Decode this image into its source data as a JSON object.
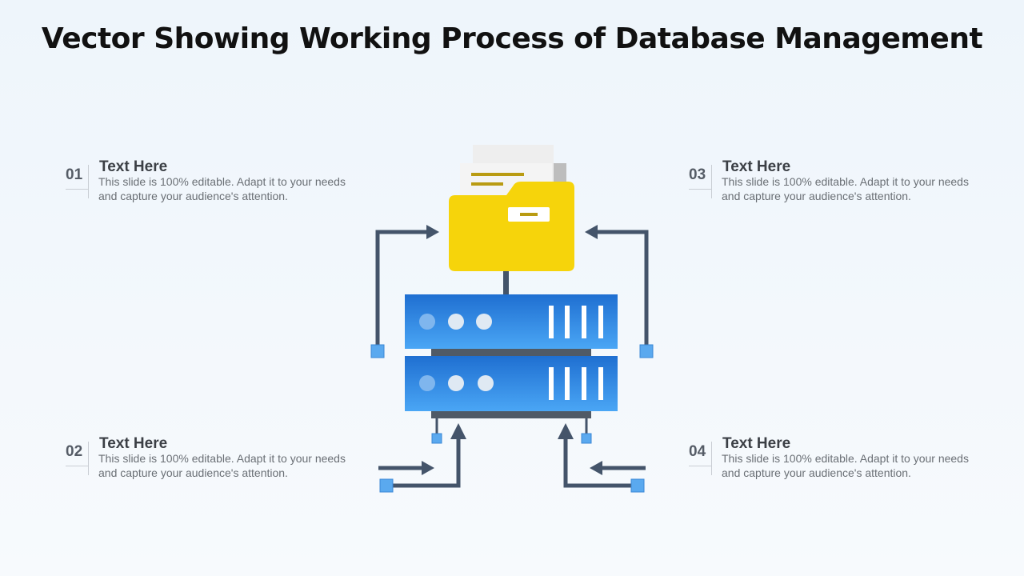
{
  "title": "Vector Showing Working Process of Database Management",
  "items": [
    {
      "number": "01",
      "heading": "Text Here",
      "text": "This slide is 100% editable.  Adapt it to your needs and capture your audience's attention."
    },
    {
      "number": "02",
      "heading": "Text Here",
      "text": "This slide is 100% editable.  Adapt it to your needs and capture your audience's attention."
    },
    {
      "number": "03",
      "heading": "Text Here",
      "text": "This slide is 100% editable.  Adapt it to your needs and capture your audience's attention."
    },
    {
      "number": "04",
      "heading": "Text Here",
      "text": "This slide is 100% editable.  Adapt it to your needs and capture your audience's attention."
    }
  ],
  "colors": {
    "folder": "#f6d40b",
    "server": "#2f8ae0",
    "arrow": "#44546a",
    "node": "#5aa9ef"
  }
}
